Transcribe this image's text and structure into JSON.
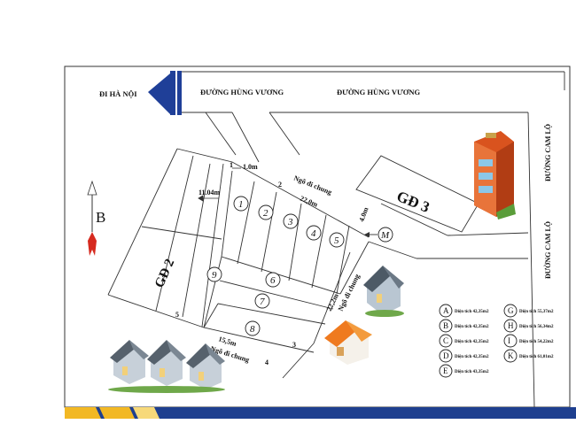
{
  "direction": {
    "label": "ĐI HÀ NỘI"
  },
  "roads": {
    "top_left": "ĐƯỜNG HÙNG VƯƠNG",
    "top_right": "ĐƯỜNG HÙNG VƯƠNG",
    "right_upper": "ĐƯỜNG CAM LỘ",
    "right_lower": "ĐƯỜNG CAM LỘ"
  },
  "north": {
    "label": "B"
  },
  "zones": {
    "gd2": "GĐ 2",
    "gd3": "GĐ 3"
  },
  "lanes": {
    "top": {
      "name": "Ngõ đi chung",
      "length": "22,0m"
    },
    "right": {
      "name": "Ngõ đi chung",
      "length": "22,2m"
    },
    "bottom": {
      "name": "Ngõ đi chung",
      "length": "15,5m"
    }
  },
  "dimensions": {
    "top_width": "1.0m",
    "left_width": "11.04m",
    "right_width": "4.0m"
  },
  "points": [
    "1",
    "2",
    "3",
    "4",
    "5"
  ],
  "lots": [
    "1",
    "2",
    "3",
    "4",
    "5",
    "6",
    "7",
    "8",
    "9"
  ],
  "marker": "M",
  "colors": {
    "arrow_blue": "#1f3f98",
    "north_red": "#d62a1f",
    "band_blue": "#1e3f8f",
    "band_yellow": "#f2b824"
  },
  "legend": [
    {
      "letter": "A",
      "text": "Diện tích 42,35m2"
    },
    {
      "letter": "B",
      "text": "Diện tích 42,35m2"
    },
    {
      "letter": "C",
      "text": "Diện tích 42,35m2"
    },
    {
      "letter": "D",
      "text": "Diện tích 42,35m2"
    },
    {
      "letter": "E",
      "text": "Diện tích 43,35m2"
    },
    {
      "letter": "G",
      "text": "Diện tích 55,37m2"
    },
    {
      "letter": "H",
      "text": "Diện tích 56,34m2"
    },
    {
      "letter": "I",
      "text": "Diện tích 54,22m2"
    },
    {
      "letter": "K",
      "text": "Diện tích 61,01m2"
    }
  ]
}
